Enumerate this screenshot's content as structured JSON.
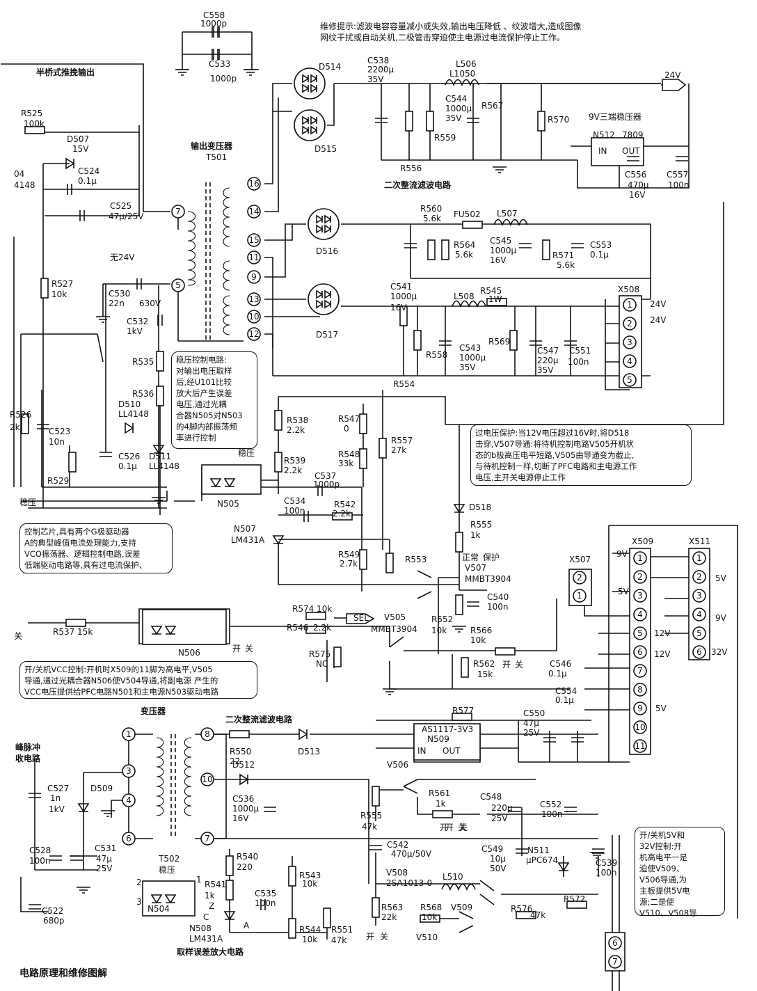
{
  "repair_tip": "维修提示:滤波电容容量减小或失效,输出电压降低 、纹波增大,造成图像\n网纹干扰或自动关机,二极管击穿迫使主电源过电流保护停止工作。",
  "notes": {
    "regulation": "稳压控制电路:\n对输出电压取样\n后,经U101比较\n放大后产生误差\n电压,通过光耦\n合器N505对N503\n的4脚内部振荡频\n率进行控制",
    "overvoltage": "过电压保护:当12V电压超过16V时,将D518\n击穿,V507导通:将待机控制电路V505开机状\n态的b极高压电平短路,V505由导通变为截止,\n与待机控制一样,切断了PFC电路和主电源工作\n电压,主开关电源停止工作",
    "control_chip": "控制芯片,具有两个G极驱动器\nA的典型峰值电流处理能力,支持\nVCO振荡器、逻辑控制电路,误差\n低端驱动电路等,具有过电流保护、",
    "vcc_control": "开/关机VCC控制:开机时X509的11脚为高电平,V505\n导通,通过光耦合器N506使V504导通,将副电源 产生的\nVCC电压提供给PFC电路N501和主电源N503驱动电路",
    "power_5v_32v": "开/关机5V和\n32V控制:开\n机高电平一是\n迫使V509、\nV506导通,为\n主板提供5V电\n源;二是使\nV510、V508导"
  },
  "section_labels": {
    "half_bridge": "半桥式推挽输出",
    "output_transformer": "输出变压器",
    "secondary_rect": "二次整流滤波电路",
    "transformer": "变压器",
    "secondary_rect2": "二次整流滤波电路",
    "peak_pulse": "峰脉冲\n收电路",
    "error_amp": "取样误差放大电路",
    "regulator_9v": "9V三端稳压器",
    "footer": "电路原理和维修图解"
  },
  "labels": [
    "C558",
    "1000p",
    "C533",
    "1000p",
    "R525",
    "100k",
    "D507",
    "15V",
    "04",
    "4148",
    "C524",
    "0.1μ",
    "C525",
    "47μ/25V",
    "无24V",
    "R527",
    "10k",
    "C530",
    "22n",
    "630V",
    "C532",
    "1kV",
    "R535",
    "R536",
    "D510",
    "LL4148",
    "R526",
    "2k",
    "C523",
    "10n",
    "C526",
    "0.1μ",
    "D511",
    "LL4148",
    "R529",
    "稳压",
    "D514",
    "C538",
    "2200μ",
    "35V",
    "L506",
    "L1050",
    "C544",
    "1000μ",
    "35V",
    "R567",
    "R570",
    "24V",
    "D515",
    "R559",
    "R556",
    "N512",
    "7809",
    "IN",
    "OUT",
    "C556",
    "470μ",
    "16V",
    "C557",
    "100n",
    "T501",
    "R560",
    "5.6k",
    "FU502",
    "L507",
    "C545",
    "1000μ",
    "16V",
    "R564",
    "5.6k",
    "R571",
    "5.6k",
    "C553",
    "0.1μ",
    "D516",
    "C541",
    "1000μ",
    "16V",
    "L508",
    "R545",
    "1W",
    "X508",
    "24V",
    "24V",
    "D517",
    "R558",
    "C543",
    "1000μ",
    "35V",
    "R569",
    "C547",
    "220μ",
    "35V",
    "C551",
    "100n",
    "R554",
    "R538",
    "2.2k",
    "R547",
    "0",
    "R539",
    "2.2k",
    "R548",
    "33k",
    "R557",
    "27k",
    "C537",
    "1000p",
    "稳压",
    "N505",
    "C534",
    "100n",
    "R542",
    "2.2k",
    "N507",
    "LM431A",
    "R549",
    "2.7k",
    "R553",
    "D518",
    "R555",
    "1k",
    "正常",
    "保护",
    "V507",
    "MMBT3904",
    "X507",
    "C540",
    "100n",
    "R552",
    "10k",
    "R566",
    "10k",
    "X509",
    "9V",
    "5V",
    "X511",
    "5V",
    "9V",
    "32V",
    "12V",
    "12V",
    "5V",
    "关",
    "R537 15k",
    "N506",
    "R574 10k",
    "SEL",
    "V505",
    "MMBT3904",
    "R546",
    "2.2k",
    "R575",
    "NC",
    "开",
    "关",
    "R562",
    "15k",
    "开",
    "关",
    "C546",
    "0.1μ",
    "C554",
    "0.1μ",
    "R577",
    "C550",
    "47μ",
    "25V",
    "AS1117-3V3",
    "N509",
    "IN",
    "OUT",
    "R550",
    "22",
    "D513",
    "D512",
    "C536",
    "1000μ",
    "16V",
    "V506",
    "R561",
    "1k",
    "C548",
    "220μ",
    "25V",
    "C552",
    "100n",
    "R555",
    "47k",
    "开",
    "关",
    "C527",
    "1n",
    "1kV",
    "D509",
    "C531",
    "47μ",
    "25V",
    "C528",
    "100n",
    "T502",
    "稳压",
    "R540",
    "220",
    "R541",
    "1k",
    "C535",
    "100n",
    "R543",
    "10k",
    "N504",
    "N508",
    "LM431A",
    "R544",
    "10k",
    "R551",
    "47k",
    "C522",
    "680p",
    "C542",
    "470μ/50V",
    "V508",
    "2SA1013-0",
    "L510",
    "R563",
    "22k",
    "R568",
    "10k",
    "V509",
    "R572",
    "R576",
    "47k",
    "V510",
    "C549",
    "10μ",
    "50V",
    "N511",
    "μPC674",
    "C539",
    "100n",
    "开",
    "关",
    "开",
    "关",
    "Z",
    "C",
    "A",
    "1",
    "2",
    "3",
    "4"
  ],
  "pins": {
    "t501": [
      "16",
      "14",
      "15",
      "11",
      "9",
      "13",
      "10",
      "12",
      "7",
      "5"
    ],
    "x508": [
      "1",
      "2",
      "3",
      "4",
      "5"
    ],
    "x507": [
      "2",
      "1"
    ],
    "x509": [
      "1",
      "2",
      "3",
      "4",
      "5",
      "6",
      "7",
      "8",
      "9",
      "10",
      "11"
    ],
    "x511": [
      "1",
      "2",
      "3",
      "4",
      "5",
      "6"
    ],
    "t_lower": [
      "1",
      "3",
      "4",
      "6",
      "8",
      "10",
      "7"
    ],
    "bottom_conn": [
      "6",
      "7"
    ]
  }
}
